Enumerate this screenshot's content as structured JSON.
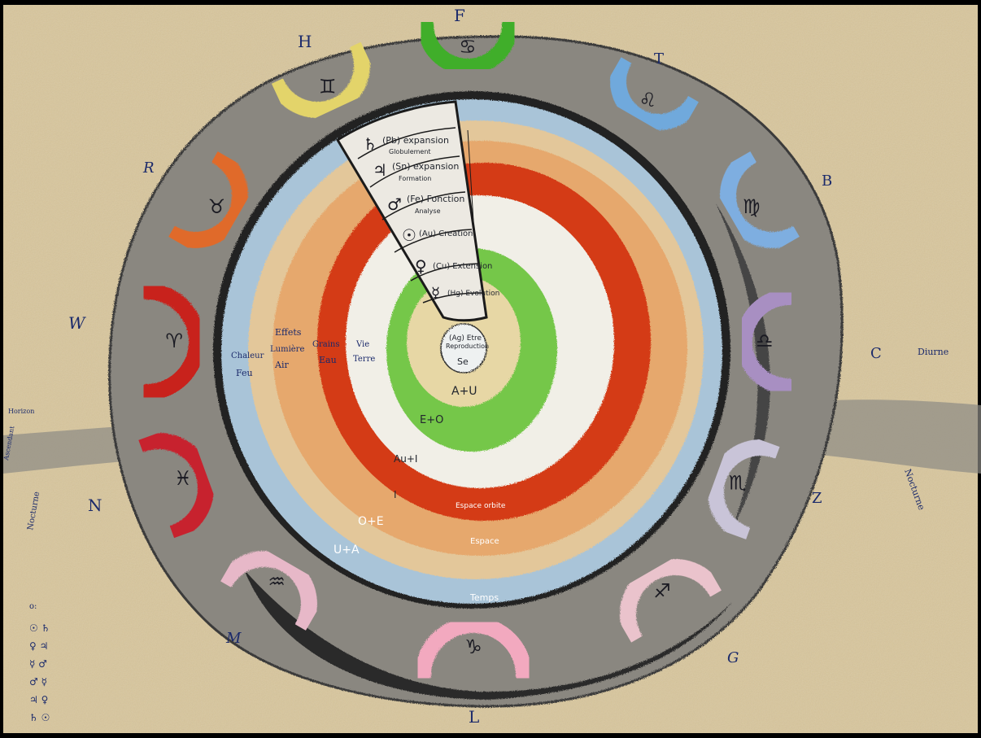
{
  "letters": [
    {
      "id": "F",
      "text": "F"
    },
    {
      "id": "H",
      "text": "H"
    },
    {
      "id": "T",
      "text": "T"
    },
    {
      "id": "R",
      "text": "R"
    },
    {
      "id": "B",
      "text": "B"
    },
    {
      "id": "W",
      "text": "W"
    },
    {
      "id": "C",
      "text": "C"
    },
    {
      "id": "N",
      "text": "N"
    },
    {
      "id": "Z",
      "text": "Z"
    },
    {
      "id": "M",
      "text": "M"
    },
    {
      "id": "G",
      "text": "G"
    },
    {
      "id": "L",
      "text": "L"
    }
  ],
  "zodiac": [
    {
      "name": "cancer",
      "symbol": "♋",
      "color": "#3fae2a"
    },
    {
      "name": "gemini",
      "symbol": "♊",
      "color": "#e3d46a"
    },
    {
      "name": "leo",
      "symbol": "♌",
      "color": "#6fa9dc"
    },
    {
      "name": "taurus",
      "symbol": "♉",
      "color": "#e06a2a"
    },
    {
      "name": "virgo",
      "symbol": "♍",
      "color": "#7eaee0"
    },
    {
      "name": "aries",
      "symbol": "♈",
      "color": "#c8211c"
    },
    {
      "name": "libra",
      "symbol": "♎",
      "color": "#a88fc2"
    },
    {
      "name": "pisces",
      "symbol": "♓",
      "color": "#c7242e"
    },
    {
      "name": "scorpio",
      "symbol": "♏",
      "color": "#c9c4d8"
    },
    {
      "name": "aquarius",
      "symbol": "♒",
      "color": "#e7b8c8"
    },
    {
      "name": "sagittarius",
      "symbol": "♐",
      "color": "#eac3cc"
    },
    {
      "name": "capricorn",
      "symbol": "♑",
      "color": "#f2a9bf"
    }
  ],
  "ring_colors": {
    "paper": "#d9c79d",
    "outer_band": "#6f6f6f",
    "blue_ring": "#a9c4d8",
    "orange_ring": "#e3ad73",
    "red_ring": "#d43b16",
    "white_ring": "#f1efe7",
    "green_ring": "#74c74a",
    "center_beige": "#e7d7a5"
  },
  "wedge_rows": [
    {
      "planet": "♄",
      "text": "(Pb) expansion"
    },
    {
      "planet": "♃",
      "text": "(Sn) expansion"
    },
    {
      "planet": "♂",
      "text": "(Fe) Fonction"
    },
    {
      "planet": "☉",
      "text": "(Au) Creation"
    },
    {
      "planet": "♀",
      "text": "(Cu) Extension"
    },
    {
      "planet": "☿",
      "text": "(Hg) Evolution"
    }
  ],
  "wedge_sub": [
    "Globulement",
    "Formation",
    "Analyse"
  ],
  "center": {
    "top": "(Ag) Etre",
    "mid": "Reproduction",
    "bottom": "Se"
  },
  "elements_header": "Effets",
  "elements": [
    {
      "top": "Chaleur",
      "bottom": "Feu"
    },
    {
      "top": "Lumière",
      "bottom": "Air"
    },
    {
      "top": "Grains",
      "bottom": "Eau"
    },
    {
      "top": "Vie",
      "bottom": "Terre"
    }
  ],
  "inner_labels": {
    "au": "A+U",
    "eo": "E+O",
    "aui": "Au+I",
    "i": "I",
    "oe": "O+E",
    "ua": "U+A",
    "espace_orbite": "Espace orbite",
    "espace": "Espace",
    "temps": "Temps"
  },
  "side_words": {
    "diurne": "Diurne",
    "nocturne_right": "Nocturne",
    "nocturne_left": "Nocturne",
    "horizon_left": "Horizon",
    "left_small": "Ascendant"
  },
  "legend_corner": [
    "o:",
    "☉ ♄",
    "♀ ♃",
    "☿ ♂",
    "♂ ☿",
    "♃ ♀",
    "♄ ☉"
  ]
}
